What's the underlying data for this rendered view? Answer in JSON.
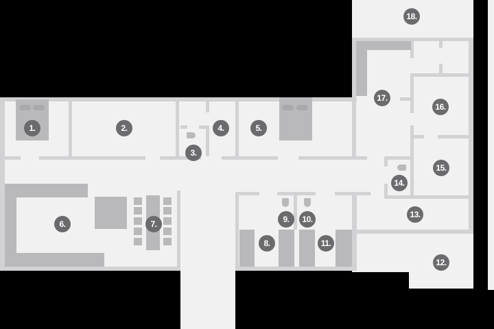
{
  "floor_plan": {
    "rooms": [
      {
        "label": "1."
      },
      {
        "label": "2."
      },
      {
        "label": "3."
      },
      {
        "label": "4."
      },
      {
        "label": "5."
      },
      {
        "label": "6."
      },
      {
        "label": "7."
      },
      {
        "label": "8."
      },
      {
        "label": "9."
      },
      {
        "label": "10."
      },
      {
        "label": "11."
      },
      {
        "label": "12."
      },
      {
        "label": "13."
      },
      {
        "label": "14."
      },
      {
        "label": "15."
      },
      {
        "label": "16."
      },
      {
        "label": "17."
      },
      {
        "label": "18."
      }
    ],
    "colors": {
      "floor": "#f1f1f2",
      "wall": "#d2d2d4",
      "furniture": "#b9b9bb",
      "badge": "#6b6b6d",
      "background": "#000000"
    }
  }
}
